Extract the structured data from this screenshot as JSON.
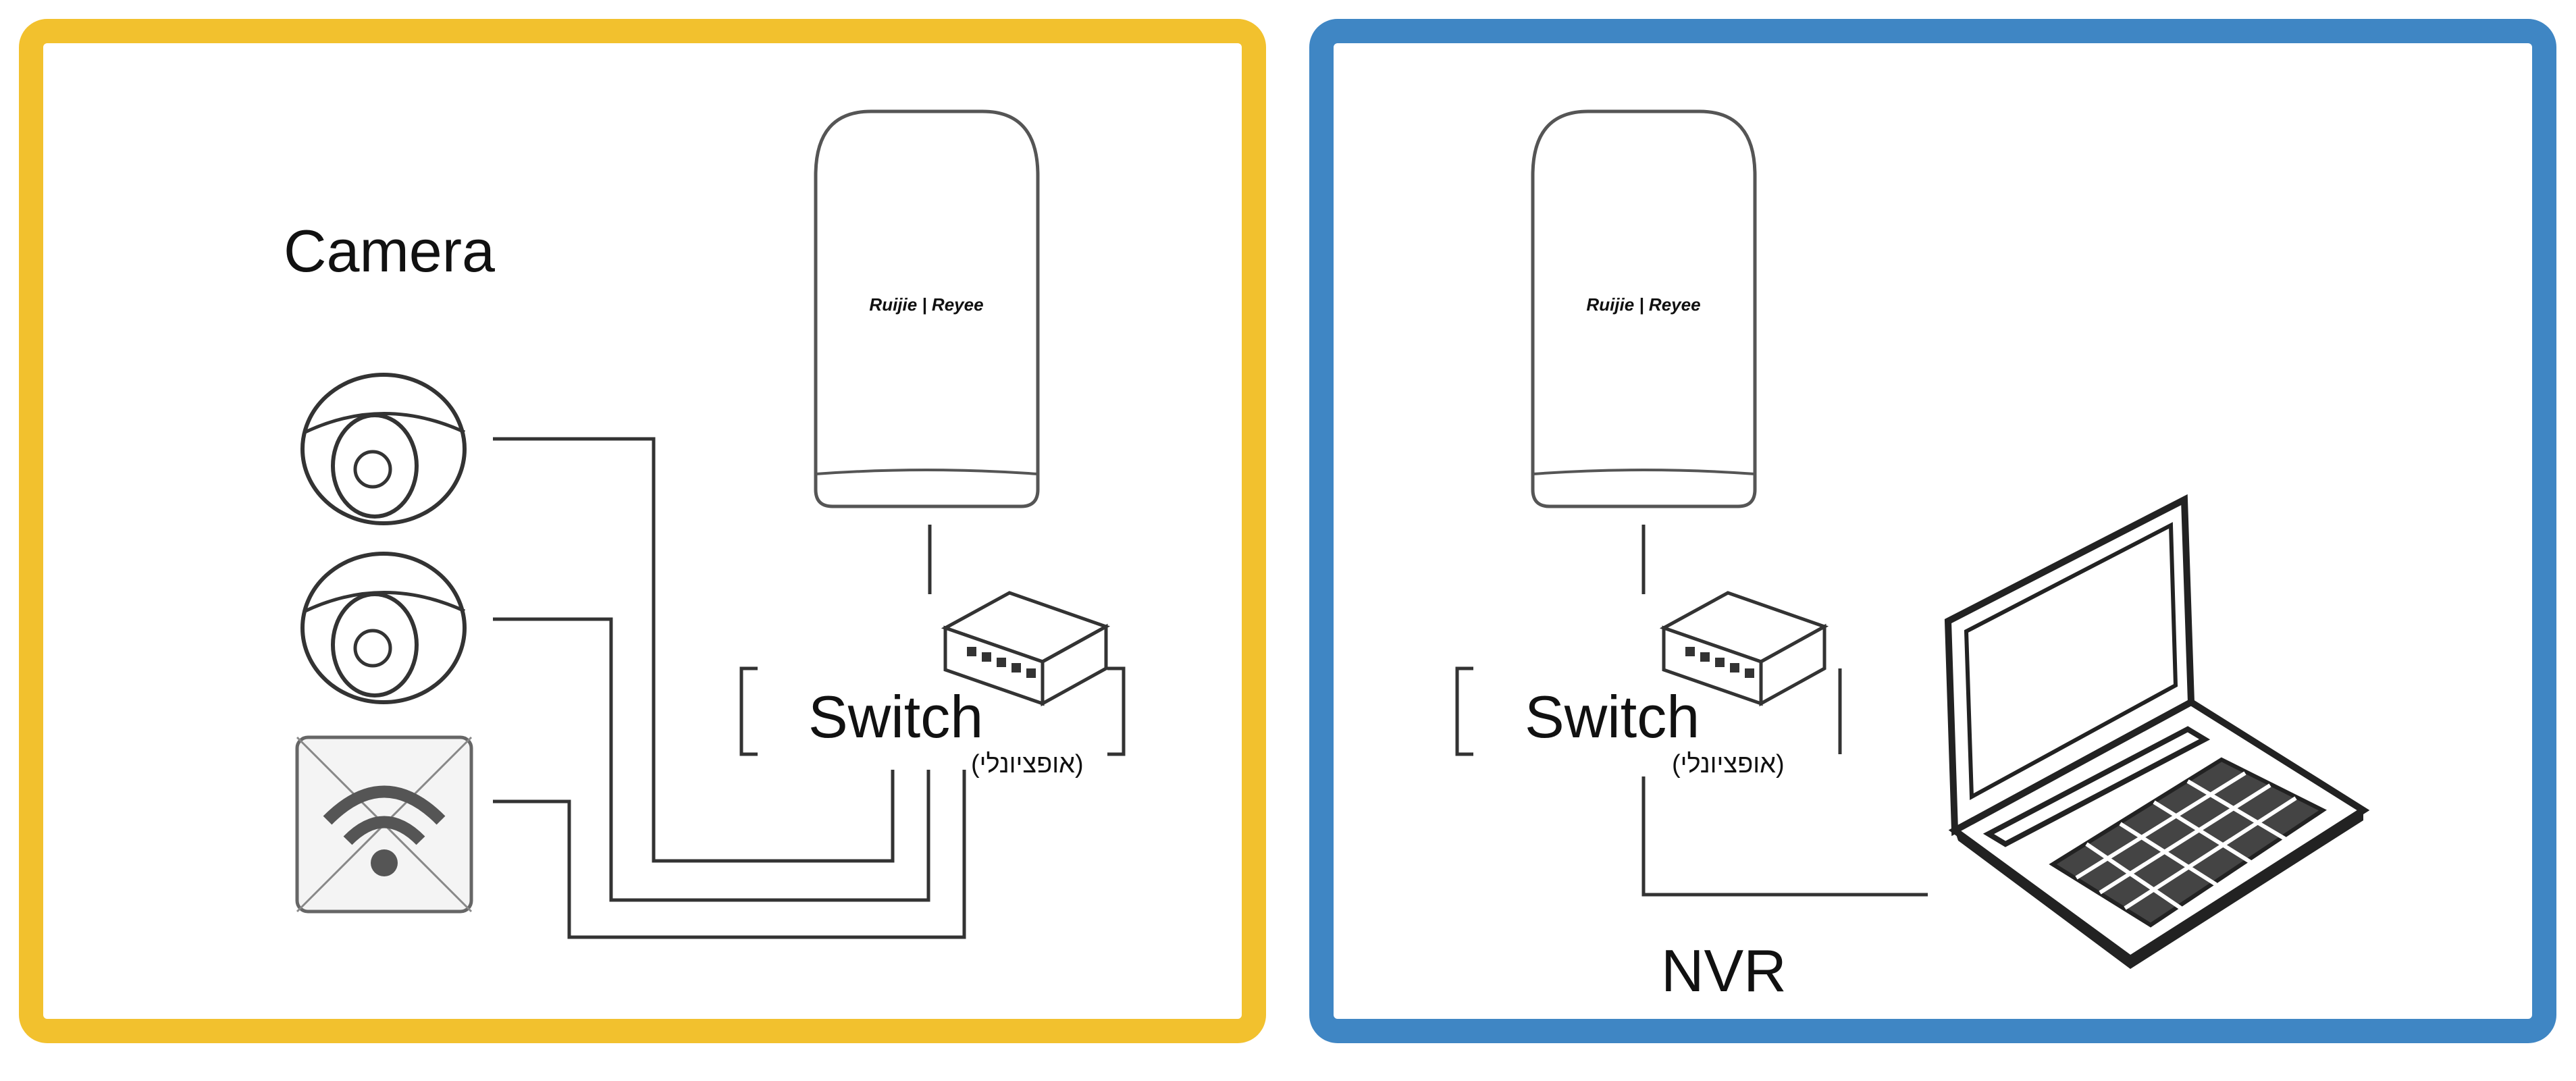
{
  "colors": {
    "left_frame": "#F2C12E",
    "right_frame": "#3F86C4",
    "line": "#333333",
    "background": "#ffffff"
  },
  "left_panel": {
    "camera_label": "Camera",
    "brand_logo": "Ruijie | Reyee",
    "switch_label": "Switch",
    "switch_optional_label": "(אופציונלי)",
    "devices": [
      {
        "icon": "dome-camera-icon"
      },
      {
        "icon": "dome-camera-icon"
      },
      {
        "icon": "wireless-access-point-icon"
      }
    ]
  },
  "right_panel": {
    "brand_logo": "Ruijie | Reyee",
    "switch_label": "Switch",
    "switch_optional_label": "(אופציונלי)",
    "nvr_label": "NVR",
    "devices": [
      {
        "icon": "laptop-icon"
      }
    ]
  }
}
